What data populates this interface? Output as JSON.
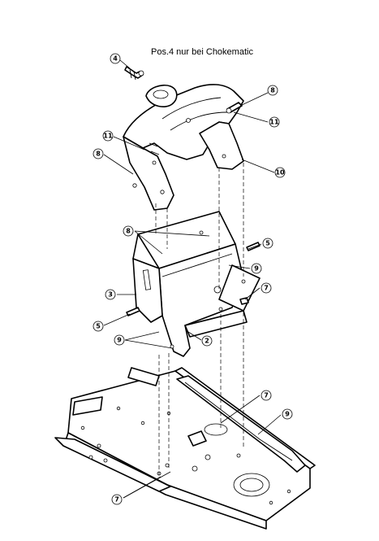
{
  "caption": "Pos.4 nur bei Chokematic",
  "callouts": [
    {
      "id": "c4",
      "label": "4"
    },
    {
      "id": "c8-top",
      "label": "8"
    },
    {
      "id": "c11-top",
      "label": "11"
    },
    {
      "id": "c11-left",
      "label": "11"
    },
    {
      "id": "c8-left",
      "label": "8"
    },
    {
      "id": "c10",
      "label": "10"
    },
    {
      "id": "c8-mid",
      "label": "8"
    },
    {
      "id": "c5-right",
      "label": "5"
    },
    {
      "id": "c9-right",
      "label": "9"
    },
    {
      "id": "c3",
      "label": "3"
    },
    {
      "id": "c7-right",
      "label": "7"
    },
    {
      "id": "c5-left",
      "label": "5"
    },
    {
      "id": "c9-left",
      "label": "9"
    },
    {
      "id": "c2",
      "label": "2"
    },
    {
      "id": "c7-low",
      "label": "7"
    },
    {
      "id": "c9-low",
      "label": "9"
    },
    {
      "id": "c7-bottom",
      "label": "7"
    }
  ]
}
